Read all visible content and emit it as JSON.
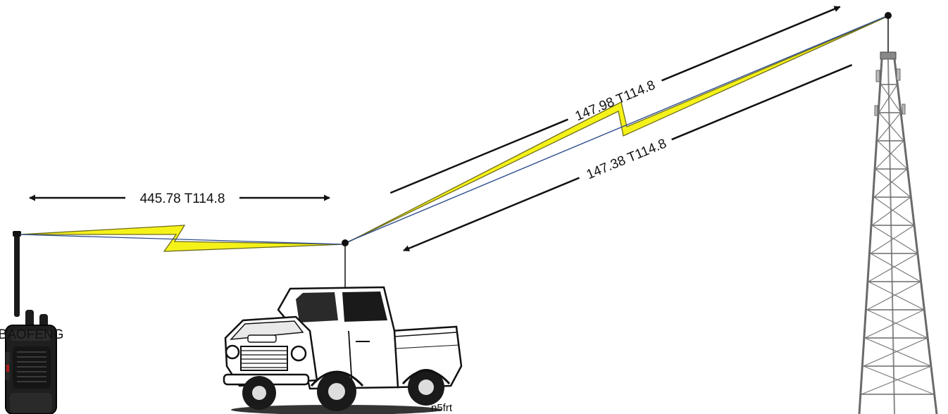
{
  "diagram": {
    "labels": {
      "handheld_link": "445.78 T114.8",
      "uplink": "147.98 T114.8",
      "downlink": "147.38 T114.8"
    },
    "credit": "n5frt",
    "handheld_brand": "BAOFENG",
    "colors": {
      "lightning_fill": "#f5f21a",
      "lightning_stroke": "#6e6c1a",
      "antenna_wire": "#2b4b8c",
      "arrow": "#111111"
    },
    "icons": [
      "handheld-radio-icon",
      "pickup-truck-icon",
      "radio-tower-icon"
    ]
  }
}
